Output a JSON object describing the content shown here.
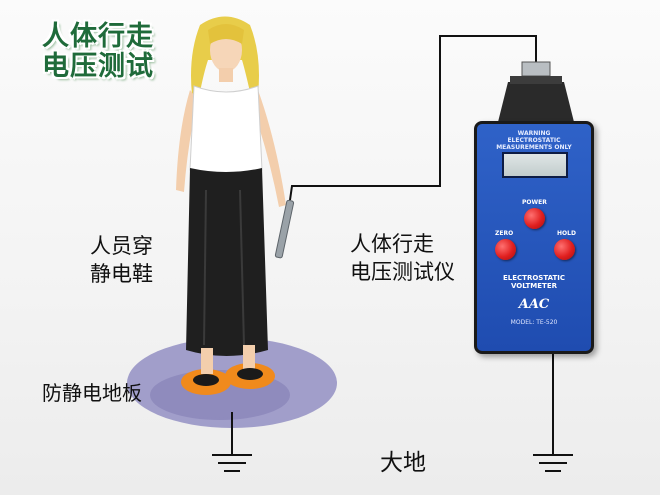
{
  "title": {
    "line1": "人体行走",
    "line2": "电压测试"
  },
  "labels": {
    "shoes_line1": "人员穿",
    "shoes_line2": "静电鞋",
    "tester_line1": "人体行走",
    "tester_line2": "电压测试仪",
    "floor": "防静电地板",
    "earth": "大地"
  },
  "meter": {
    "warning_line1": "WARNING",
    "warning_line2": "ELECTROSTATIC",
    "warning_line3": "MEASUREMENTS ONLY",
    "power": "POWER",
    "zero": "ZERO",
    "hold": "HOLD",
    "name_line1": "ELECTROSTATIC",
    "name_line2": "VOLTMETER",
    "brand": "AAC",
    "model": "MODEL: TE-520"
  },
  "colors": {
    "title_green": "#1f6b3a",
    "meter_blue": "#2455bb",
    "button_red": "#e01f1f",
    "floor_purple": "#8a86bf",
    "shoe_orange": "#f08a1c"
  }
}
